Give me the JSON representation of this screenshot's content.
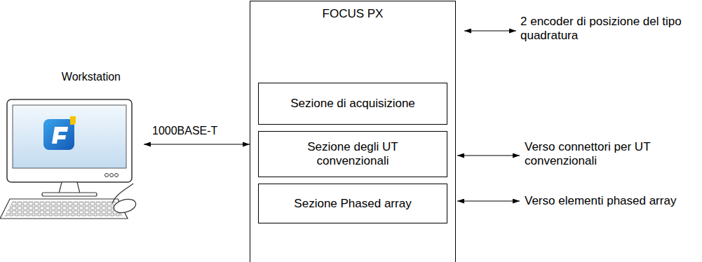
{
  "diagram": {
    "nodes": [
      {
        "text": [
          "Workstation"
        ]
      },
      {
        "text": [
          "FOCUS PX"
        ]
      },
      {
        "text": [
          "Sezione di acquisizione"
        ],
        "in": 1
      },
      {
        "text": [
          "Sezione degli UT convenzionali"
        ],
        "in": 1
      },
      {
        "text": [
          "Sezione Phased array"
        ],
        "in": 1
      }
    ],
    "edges": [
      {
        "from": 0,
        "to": 1,
        "label": "1000BASE-T",
        "arrow": "both"
      }
    ],
    "labels": [
      "2 encoder di posizione del tipo quadratura",
      "Verso connettori per UT convenzionali",
      "Verso elementi phased array"
    ]
  }
}
